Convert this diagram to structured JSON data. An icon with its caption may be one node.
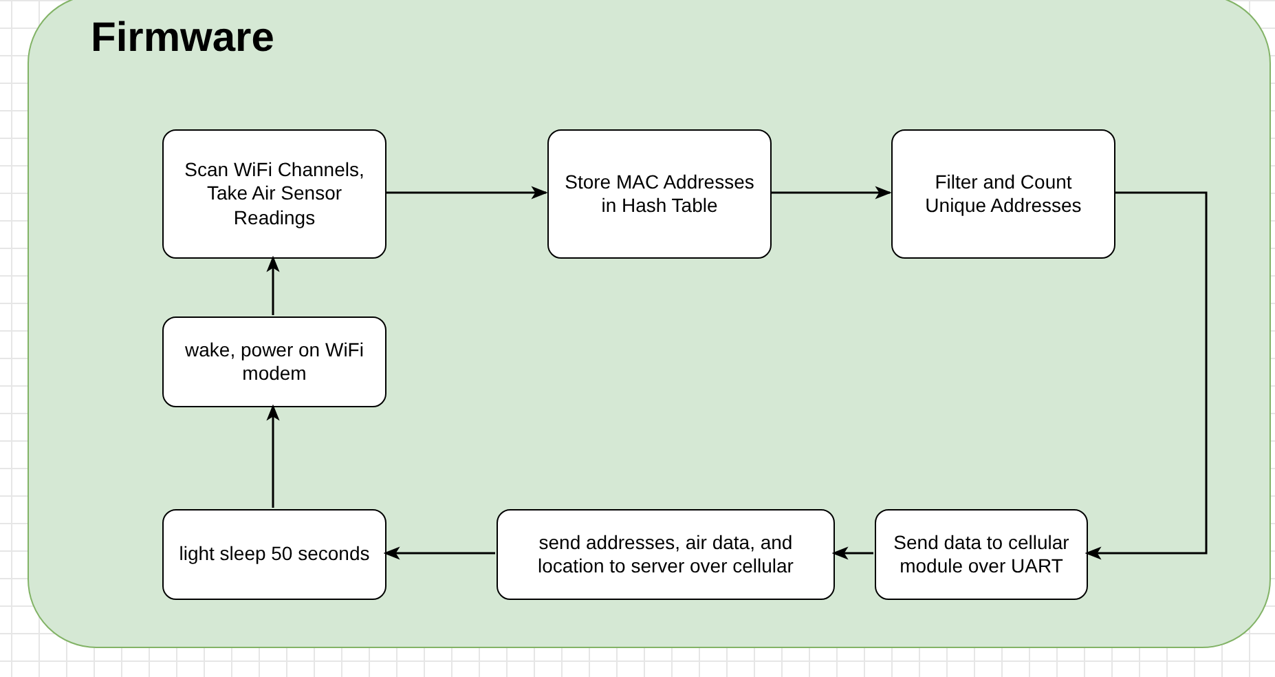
{
  "diagram": {
    "nodes": [
      {
        "text": [
          "Firmware"
        ]
      },
      {
        "text": [
          "Scan WiFi Channels, Take Air Sensor Readings"
        ],
        "in": 0
      },
      {
        "text": [
          "Store MAC Addresses in Hash Table"
        ],
        "in": 0
      },
      {
        "text": [
          "Filter and Count Unique Addresses"
        ],
        "in": 0
      },
      {
        "text": [
          "wake, power on WiFi modem"
        ],
        "in": 0
      },
      {
        "text": [
          "light sleep 50 seconds"
        ],
        "in": 0
      },
      {
        "text": [
          "send addresses, air data, and location to server over cellular"
        ],
        "in": 0
      },
      {
        "text": [
          "Send data to cellular module over UART"
        ],
        "in": 0
      }
    ],
    "edges": [
      {
        "from": 1,
        "to": 2,
        "arrow": "to"
      },
      {
        "from": 2,
        "to": 3,
        "arrow": "to"
      },
      {
        "from": 3,
        "to": 7,
        "arrow": "to"
      },
      {
        "from": 7,
        "to": 6,
        "arrow": "to"
      },
      {
        "from": 6,
        "to": 5,
        "arrow": "to"
      },
      {
        "from": 5,
        "to": 4,
        "arrow": "to"
      },
      {
        "from": 4,
        "to": 1,
        "arrow": "to"
      }
    ]
  }
}
